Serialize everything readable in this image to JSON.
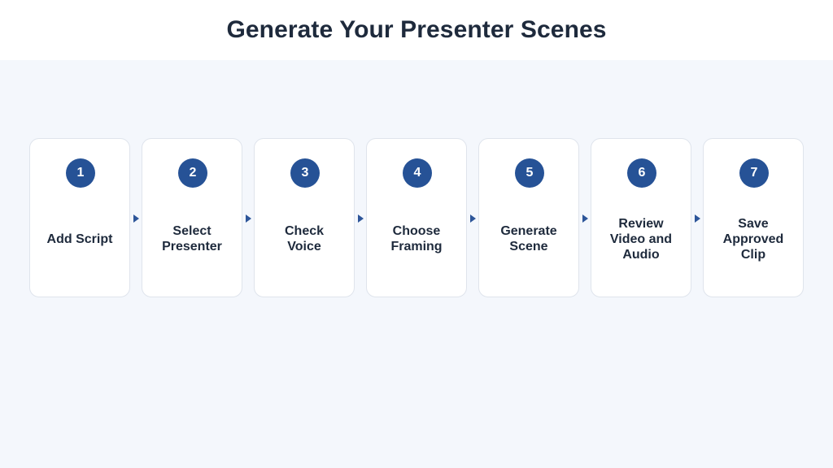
{
  "header": {
    "title": "Generate Your Presenter Scenes"
  },
  "colors": {
    "badge": "#265296",
    "arrow": "#2d5599",
    "text": "#1e2a3c",
    "background": "#f4f7fc",
    "card": "#ffffff",
    "card_border": "#dfe4ec"
  },
  "steps": [
    {
      "number": "1",
      "label": "Add Script"
    },
    {
      "number": "2",
      "label": "Select\nPresenter"
    },
    {
      "number": "3",
      "label": "Check\nVoice"
    },
    {
      "number": "4",
      "label": "Choose\nFraming"
    },
    {
      "number": "5",
      "label": "Generate\nScene"
    },
    {
      "number": "6",
      "label": "Review\nVideo and\nAudio"
    },
    {
      "number": "7",
      "label": "Save\nApproved\nClip"
    }
  ],
  "connectors": {
    "icon": "arrow-right-icon",
    "count": 6
  }
}
